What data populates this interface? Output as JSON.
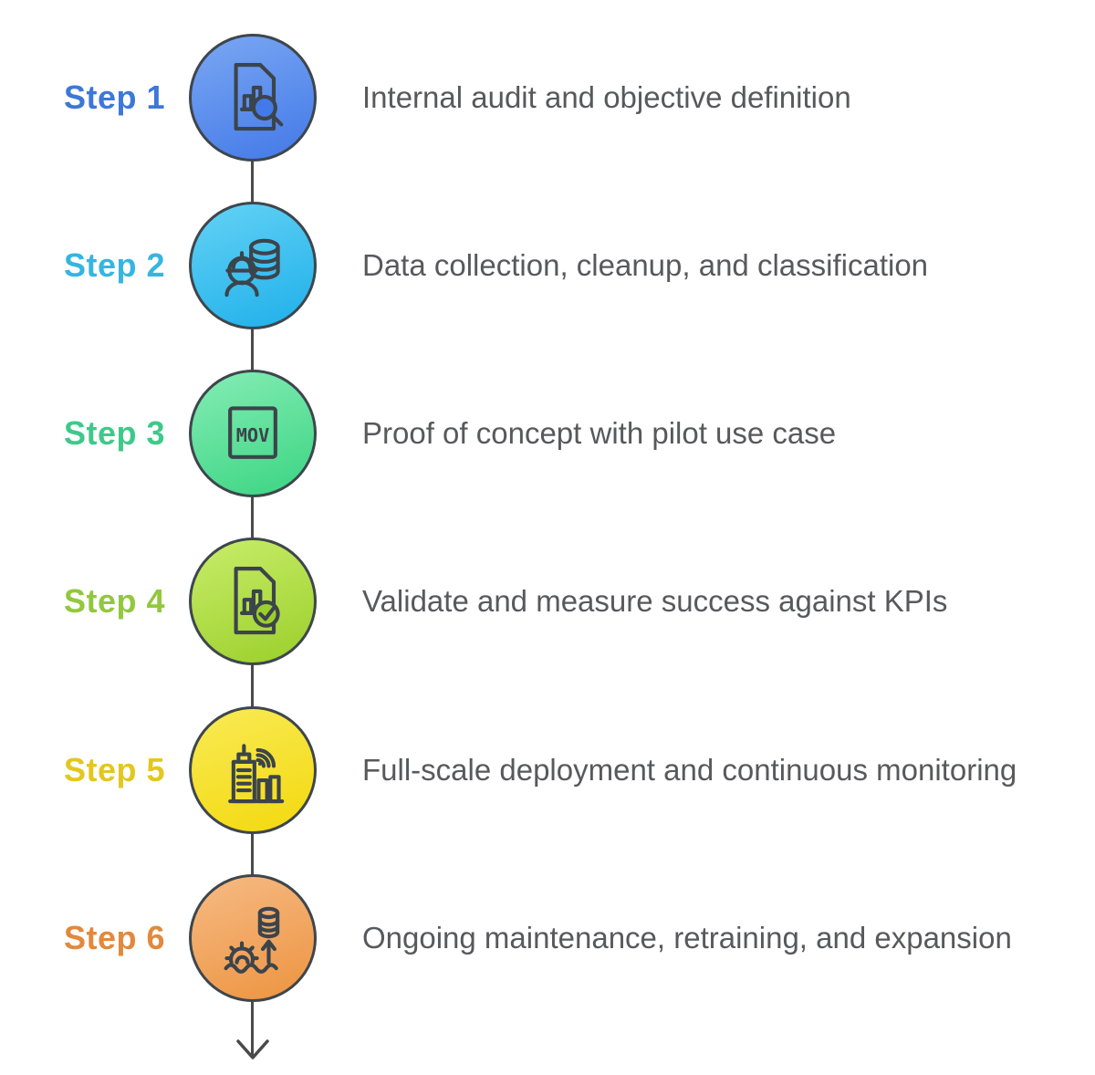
{
  "diagram": {
    "background": "#ffffff",
    "connector_color": "#4a4a4a",
    "icon_stroke": "#3c444b",
    "description_color": "#58595c"
  },
  "steps": [
    {
      "label": "Step 1",
      "label_color": "#3d78d8",
      "description": "Internal audit and objective definition",
      "icon": "audit-document-search-icon",
      "circle_gradient_top": "#7aa7f3",
      "circle_gradient_bottom": "#4379e8"
    },
    {
      "label": "Step 2",
      "label_color": "#35b5e2",
      "description": "Data collection, cleanup, and classification",
      "icon": "worker-database-icon",
      "circle_gradient_top": "#63d2f5",
      "circle_gradient_bottom": "#1fb0ea"
    },
    {
      "label": "Step 3",
      "label_color": "#3ec989",
      "description": "Proof of concept with pilot use case",
      "icon": "mov-file-icon",
      "icon_text": "MOV",
      "circle_gradient_top": "#85ecb4",
      "circle_gradient_bottom": "#3bd583"
    },
    {
      "label": "Step 4",
      "label_color": "#92c83d",
      "description": "Validate and measure success against KPIs",
      "icon": "document-chart-check-icon",
      "circle_gradient_top": "#c8ed69",
      "circle_gradient_bottom": "#9bcf2b"
    },
    {
      "label": "Step 5",
      "label_color": "#e3c71e",
      "description": "Full-scale deployment and continuous monitoring",
      "icon": "building-signal-icon",
      "circle_gradient_top": "#f9ea55",
      "circle_gradient_bottom": "#f3d90e"
    },
    {
      "label": "Step 6",
      "label_color": "#e2893b",
      "description": "Ongoing maintenance, retraining, and expansion",
      "icon": "gear-waves-growth-icon",
      "circle_gradient_top": "#f6ba84",
      "circle_gradient_bottom": "#ed9440"
    }
  ]
}
